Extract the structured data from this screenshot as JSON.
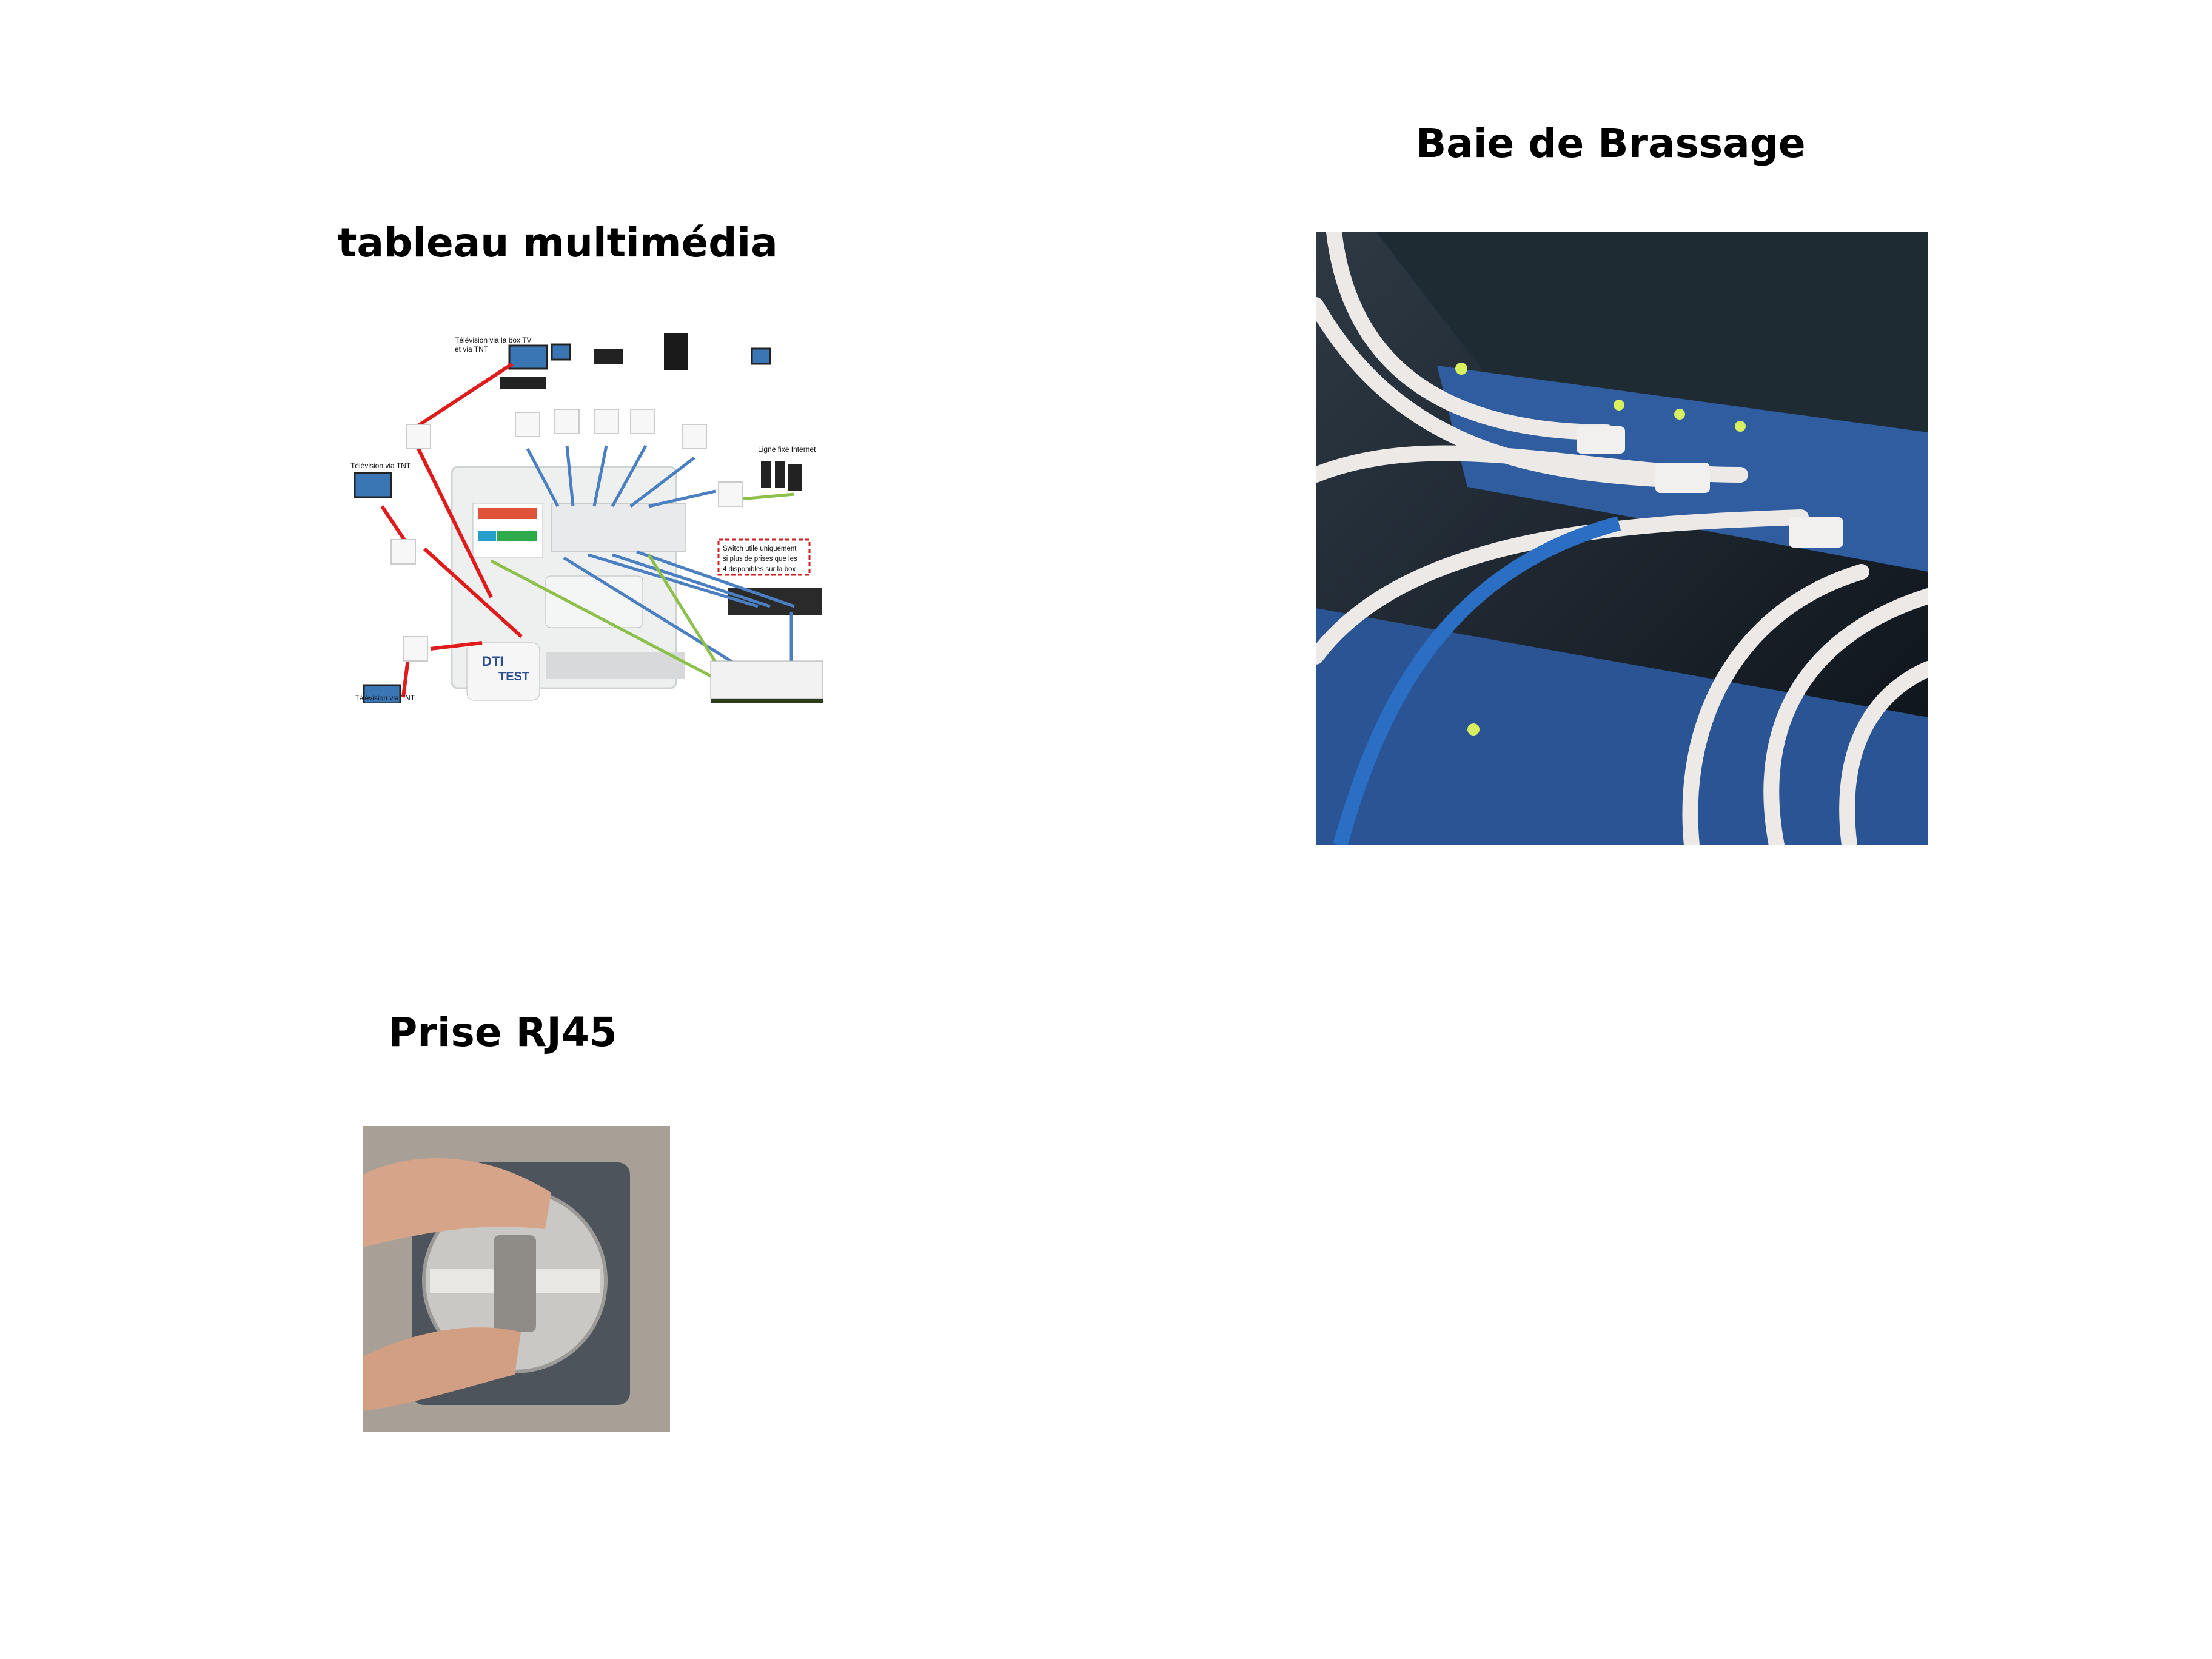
{
  "sections": {
    "tableau": {
      "title": "tableau multimédia",
      "diagram_labels": {
        "tv_box": "Télévision via la box TV",
        "tv_box_2": "et via TNT",
        "tv_tnt_1": "Télévision via TNT",
        "tv_tnt_2": "Télévision via TNT",
        "ligne_fixe": "Ligne fixe  Internet",
        "switch_note_1": "Switch utile uniquement",
        "switch_note_2": "si plus de prises que les",
        "switch_note_3": "4 disponibles  sur la box",
        "dti": "DTI",
        "test": "TEST"
      }
    },
    "baie": {
      "title": "Baie de Brassage"
    },
    "prise": {
      "title": "Prise RJ45"
    }
  },
  "colors": {
    "red_cable": "#e01b1b",
    "blue_cable": "#4a7fc1",
    "green_cable": "#8dc04a"
  }
}
